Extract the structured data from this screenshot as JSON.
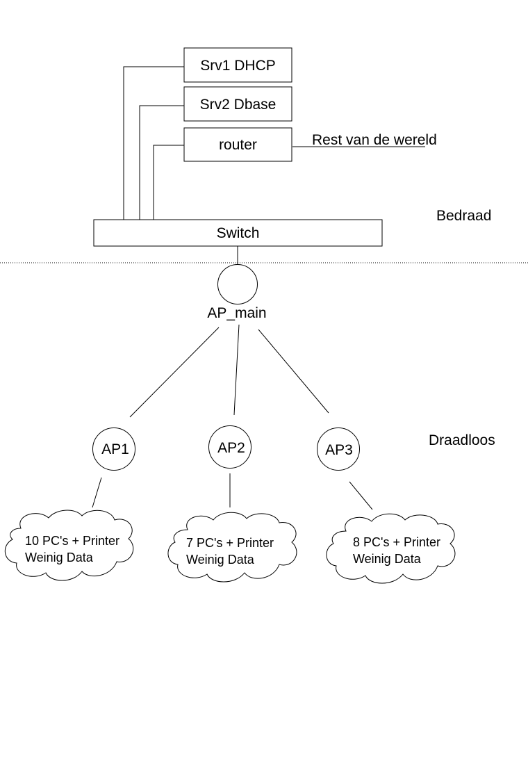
{
  "servers": {
    "srv1": "Srv1 DHCP",
    "srv2": "Srv2 Dbase",
    "router": "router"
  },
  "internet_label": "Rest van de wereld",
  "switch_label": "Switch",
  "zones": {
    "wired": "Bedraad",
    "wireless": "Draadloos"
  },
  "ap_main": "AP_main",
  "access_points": [
    "AP1",
    "AP2",
    "AP3"
  ],
  "clouds": [
    {
      "line1": "10 PC's + Printer",
      "line2": "Weinig Data"
    },
    {
      "line1": "7 PC's + Printer",
      "line2": "Weinig Data"
    },
    {
      "line1": "8 PC's + Printer",
      "line2": "Weinig Data"
    }
  ]
}
